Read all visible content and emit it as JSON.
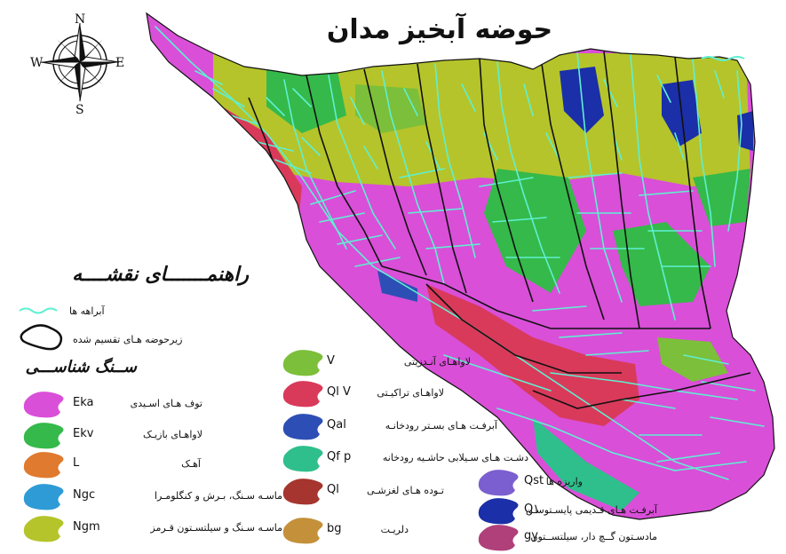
{
  "title": "حوضه آبخیز مدان",
  "compass": {
    "n": "N",
    "e": "E",
    "s": "S",
    "w": "W"
  },
  "legend": {
    "heading": "راهنمـــــــای نقشــــه",
    "rivers_label": "آبراهه ها",
    "subbasins_label": "زیرحوضه هـای تقسیم شده",
    "lithology_heading": "ســنگ شناســـی",
    "colors": {
      "drainage": "#5ff0d2",
      "subbasin_boundary": "#111111",
      "background": "#ffffff"
    },
    "units": [
      {
        "code": "Eka",
        "label": "توف هـای اسـیدی",
        "color": "#d94fd8"
      },
      {
        "code": "Ekv",
        "label": "لاواهـای بازیـک",
        "color": "#35b94a"
      },
      {
        "code": "L",
        "label": "آهـک",
        "color": "#e07a2e"
      },
      {
        "code": "Ngc",
        "label": "ماسـه سـنگ، بـرش و کنگلومـرا",
        "color": "#2e9bd6"
      },
      {
        "code": "Ngm",
        "label": "ماسـه سـنگ و سیلتسـتون قـرمز",
        "color": "#b5c42a"
      },
      {
        "code": "V",
        "label": "لاواهـای آنـدزیتی",
        "color": "#7cbf3a"
      },
      {
        "code": "Ql V",
        "label": "لاواهـای تراکیـتی",
        "color": "#d93a5a"
      },
      {
        "code": "Qal",
        "label": "آبرفـت هـای بسـتر رودخانـه",
        "color": "#2d4fb5"
      },
      {
        "code": "Qf p",
        "label": "دشـت هـای سـیلابی حاشـیه رودخانه",
        "color": "#2fbf8c"
      },
      {
        "code": "Ql",
        "label": "تـوده هـای لغزشـی",
        "color": "#a5352e"
      },
      {
        "code": "bg",
        "label": "دلریـت",
        "color": "#c4913a"
      },
      {
        "code": "Qst",
        "label": "واریزه ها",
        "color": "#7b5fd0"
      },
      {
        "code": "Q۱",
        "label": "آبرفـت هـای قـدیمی پایسـتوسـن",
        "color": "#1a2fa8"
      },
      {
        "code": "gy",
        "label": "مادسـتون گــچ دار، سیلتســتون",
        "color": "#b0407a"
      }
    ]
  }
}
